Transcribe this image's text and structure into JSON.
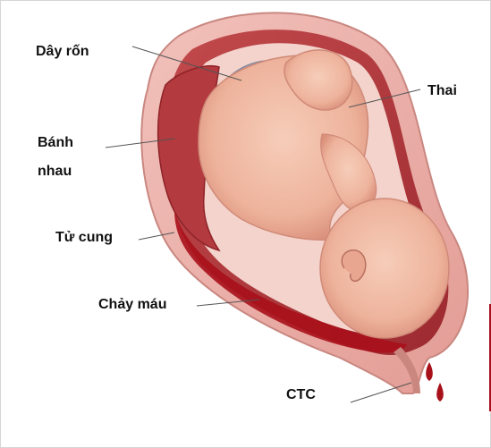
{
  "labels": {
    "umbilical_cord": "Dây rốn",
    "fetus": "Thai",
    "placenta_line1": "Bánh",
    "placenta_line2": "nhau",
    "uterus": "Tử cung",
    "bleeding": "Chảy máu",
    "cervix": "CTC"
  },
  "colors": {
    "uterine_wall": "#e8a7a1",
    "uterine_inner": "#b4383c",
    "fetus_skin": "#efb8a2",
    "blood": "#a8101a",
    "cord": "#9aa0b8"
  }
}
